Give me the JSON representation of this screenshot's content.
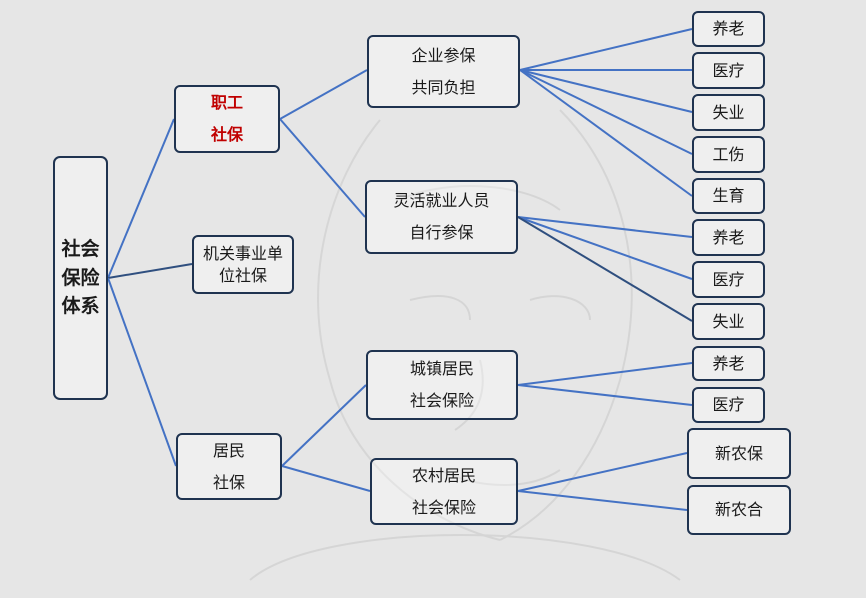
{
  "root": {
    "lines": [
      "社会",
      "保险",
      "体系"
    ]
  },
  "level1": {
    "employee": {
      "lines": [
        "职工",
        "社保"
      ],
      "emphasis_color": "#c00000"
    },
    "institution": {
      "lines": [
        "机关事业单",
        "位社保"
      ]
    },
    "resident": {
      "lines": [
        "居民",
        "社保"
      ]
    }
  },
  "level2": {
    "enterprise": {
      "lines": [
        "企业参保",
        "共同负担"
      ]
    },
    "flexible": {
      "lines": [
        "灵活就业人员",
        "自行参保"
      ]
    },
    "urban": {
      "lines": [
        "城镇居民",
        "社会保险"
      ]
    },
    "rural": {
      "lines": [
        "农村居民",
        "社会保险"
      ]
    }
  },
  "leaves": {
    "enterprise": [
      "养老",
      "医疗",
      "失业",
      "工伤",
      "生育"
    ],
    "flexible": [
      "养老",
      "医疗",
      "失业"
    ],
    "urban": [
      "养老",
      "医疗"
    ],
    "rural": [
      "新农保",
      "新农合"
    ]
  },
  "colors": {
    "connector": "#4472c4",
    "connector_dark": "#2f4f7f",
    "box_border": "#1f3350",
    "background": "#e6e6e6"
  }
}
